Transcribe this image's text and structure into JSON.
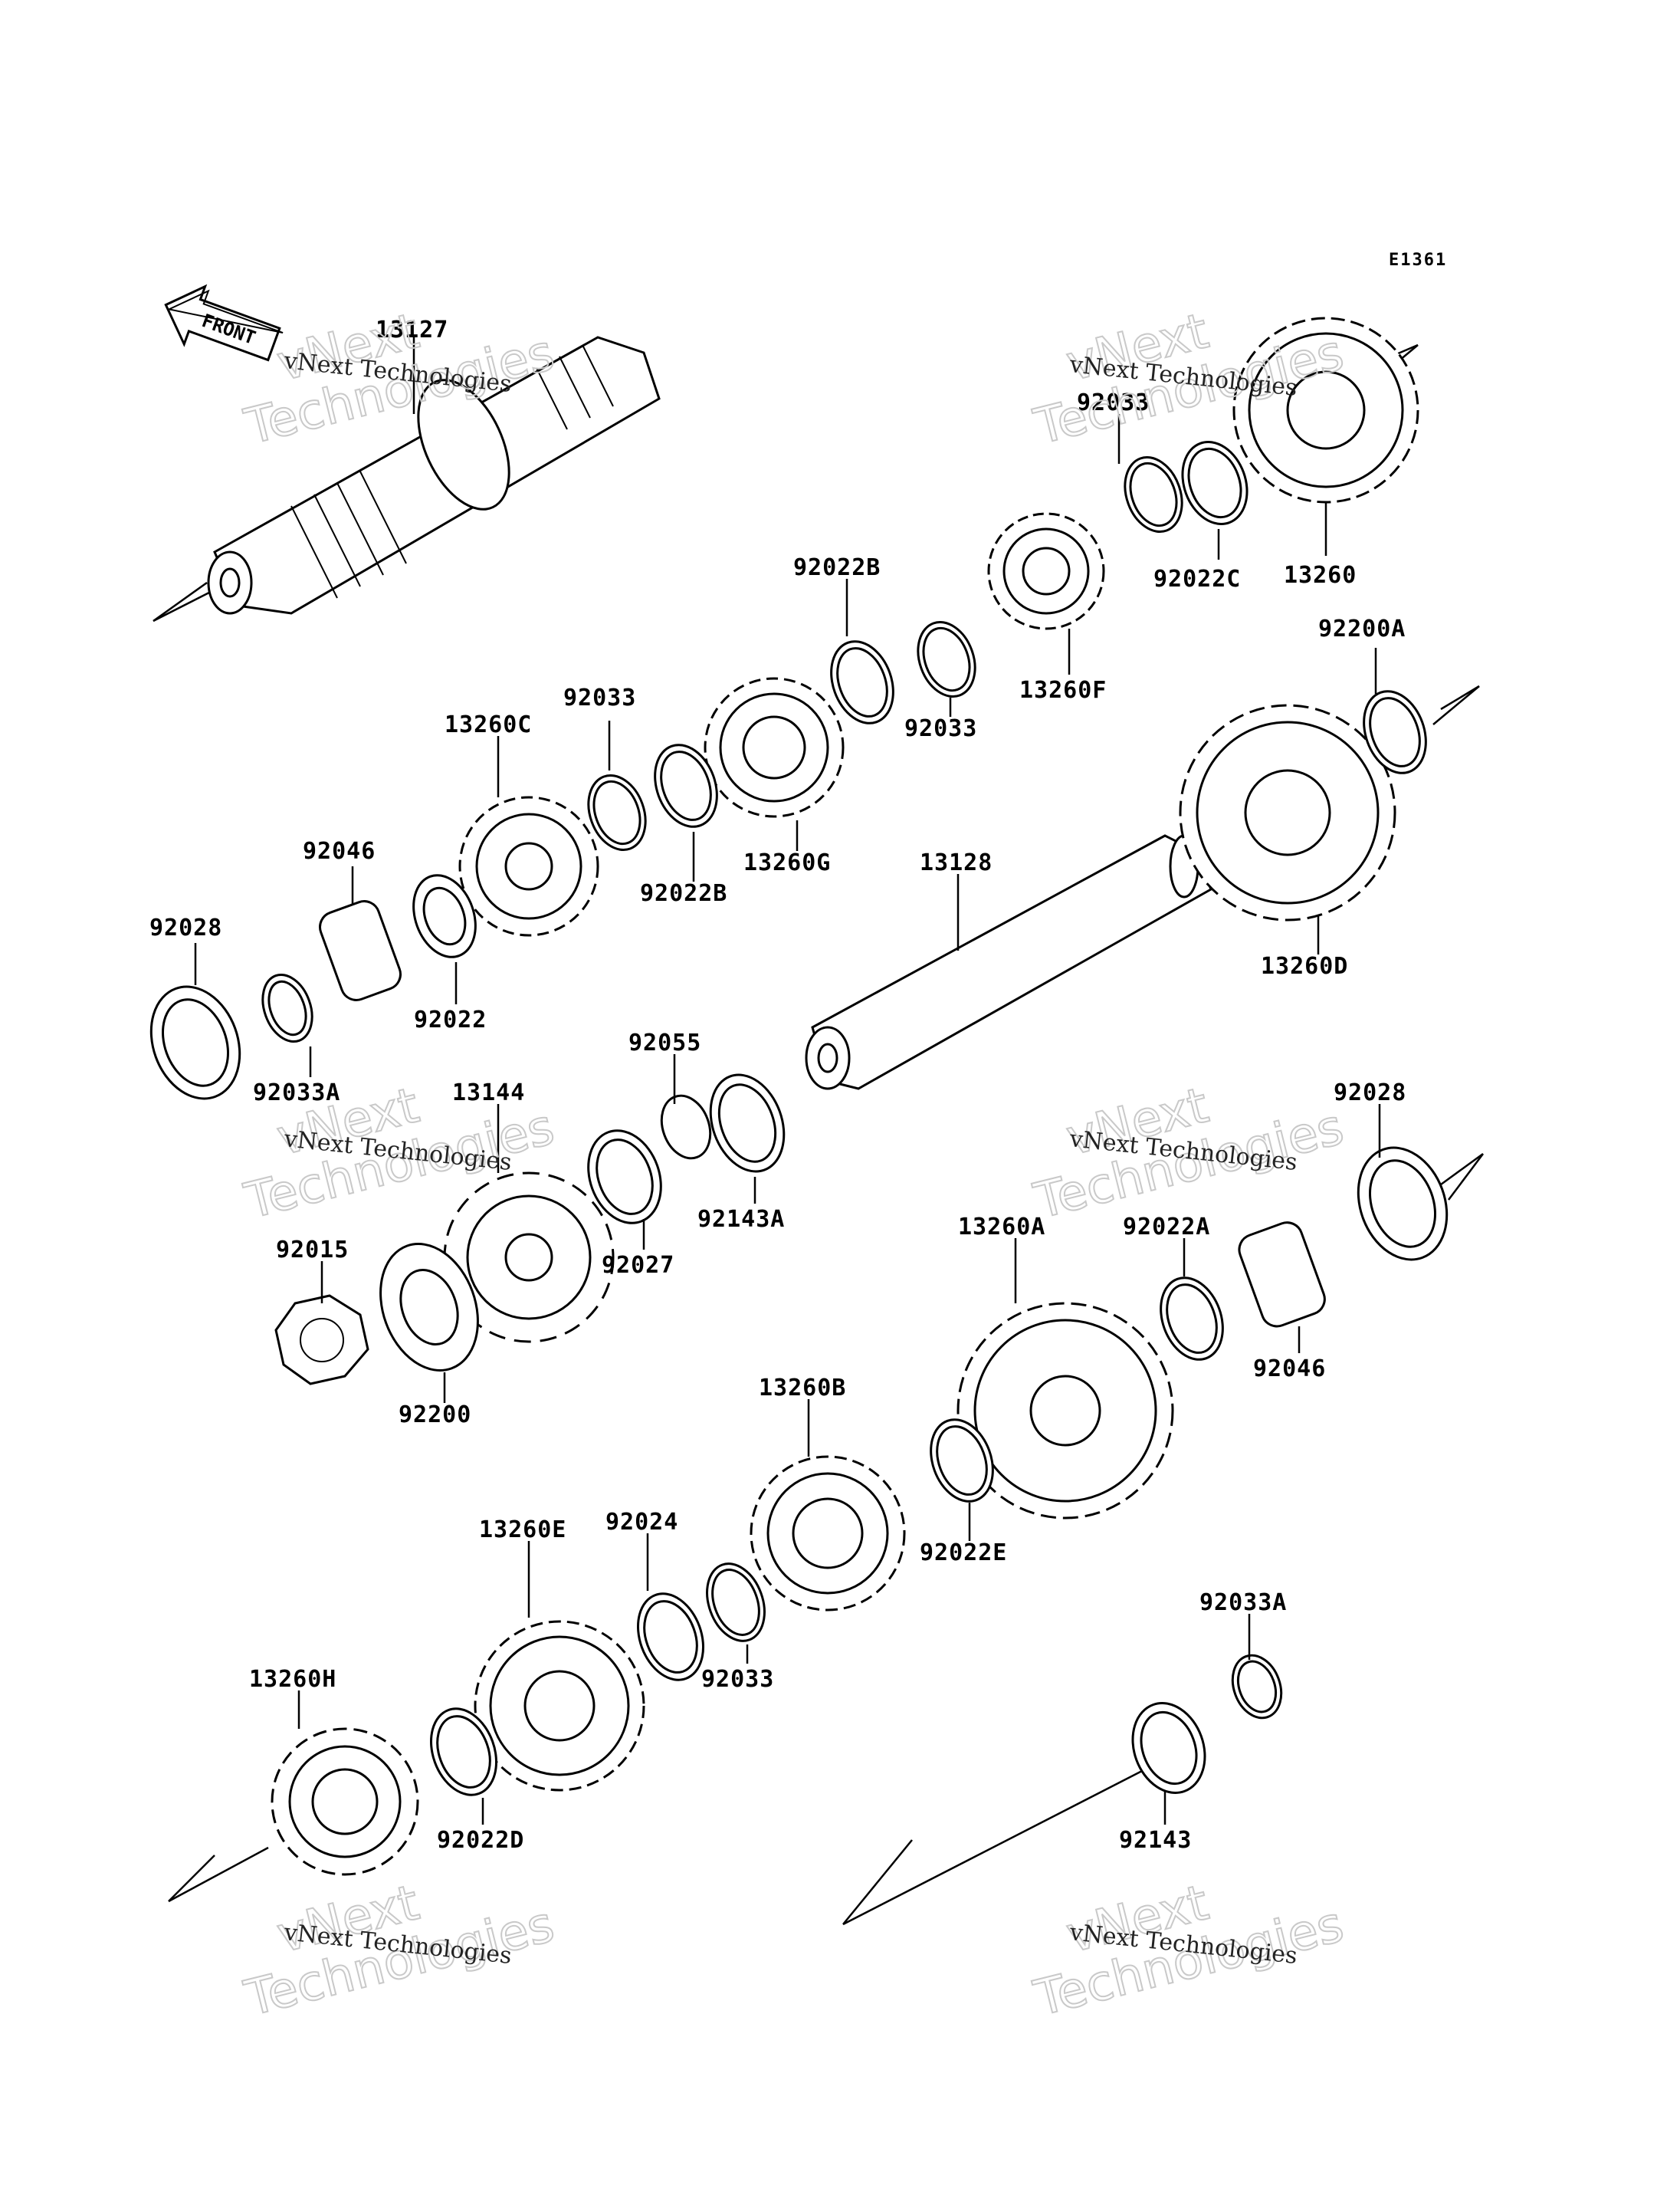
{
  "diagram_code": "E1361",
  "front_label": "FRONT",
  "watermark": {
    "line1": "vNext Technologies",
    "line2": "vNext",
    "line3": "Technologies"
  },
  "part_labels": [
    "13127",
    "92033",
    "13260",
    "92022C",
    "92022B",
    "92033",
    "13260F",
    "13260C",
    "92033",
    "13260G",
    "92022B",
    "92200A",
    "92046",
    "92028",
    "92022",
    "92033A",
    "13128",
    "13260D",
    "92055",
    "13144",
    "92028",
    "92143A",
    "92027",
    "92015",
    "13260A",
    "92022A",
    "92200",
    "92046",
    "13260B",
    "92024",
    "13260E",
    "92022E",
    "92033",
    "92033A",
    "13260H",
    "92022D",
    "92143"
  ]
}
